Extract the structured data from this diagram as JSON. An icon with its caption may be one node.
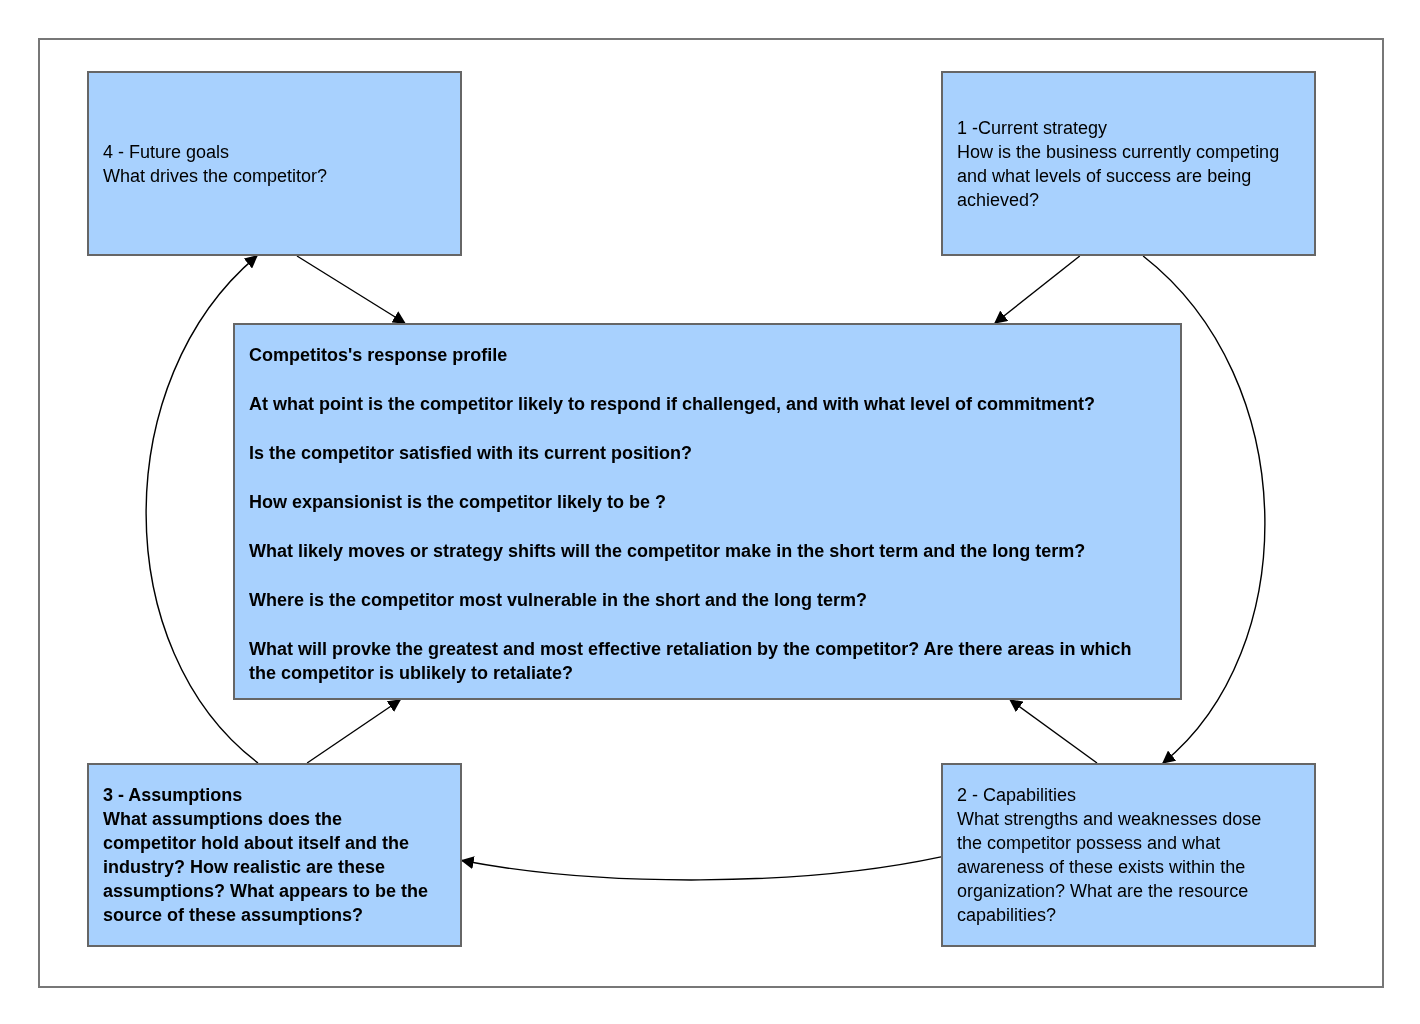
{
  "diagram": {
    "nodes": [
      {
        "text": [
          "4 - Future goals",
          "What drives the competitor?"
        ]
      },
      {
        "text": [
          "1 -Current strategy",
          "How is the business currently competing and what levels of success are being achieved?"
        ]
      },
      {
        "text": [
          "Competitos's response profile",
          "At what point is the competitor likely to respond if challenged, and with what level of commitment?",
          "Is the competitor satisfied with its current position?",
          "How expansionist is the competitor likely to be ?",
          "What likely moves or strategy shifts will the competitor make in the short term and the long term?",
          "Where is the competitor most vulnerable in the short and the long term?",
          "What will provke the greatest and most effective retaliation by the competitor? Are there areas in which the competitor is ublikely to retaliate?"
        ]
      },
      {
        "text": [
          "3 - Assumptions",
          "What assumptions does the competitor hold about itself and the industry? How realistic are these assumptions? What appears to be the source of these assumptions?"
        ]
      },
      {
        "text": [
          "2 - Capabilities",
          "What strengths and weaknesses dose the competitor possess and what awareness of these exists within the organization? What are the resource capabilities?"
        ]
      }
    ],
    "edges": [
      {
        "from": 0,
        "to": 2,
        "arrow": "to"
      },
      {
        "from": 1,
        "to": 2,
        "arrow": "to"
      },
      {
        "from": 1,
        "to": 4,
        "arrow": "to"
      },
      {
        "from": 4,
        "to": 2,
        "arrow": "to"
      },
      {
        "from": 4,
        "to": 3,
        "arrow": "to"
      },
      {
        "from": 3,
        "to": 2,
        "arrow": "to"
      },
      {
        "from": 3,
        "to": 0,
        "arrow": "to"
      }
    ]
  }
}
